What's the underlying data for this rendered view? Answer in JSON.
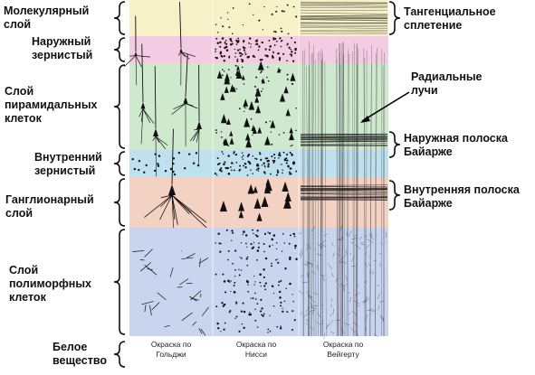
{
  "layers_left": [
    {
      "name": "Молекулярный\nслой"
    },
    {
      "name": "Наружный\nзернистый"
    },
    {
      "name": "Слой\nпирамидальных\nклеток"
    },
    {
      "name": "Внутренний\nзернистый"
    },
    {
      "name": "Ганглионарный\nслой"
    },
    {
      "name": "Слой\nполиморфных\nклеток"
    },
    {
      "name": "Белое\nвещество"
    }
  ],
  "labels_right": [
    {
      "name": "Тангенциальное\nсплетение"
    },
    {
      "name": "Радиальные\nлучи"
    },
    {
      "name": "Наружная полоска\nБайарже"
    },
    {
      "name": "Внутренняя полоска\nБайарже"
    }
  ],
  "stain_columns": [
    {
      "name": "Окраска по\nГольджи"
    },
    {
      "name": "Окраска по\nНисси"
    },
    {
      "name": "Окраска по\nВейгерту"
    }
  ],
  "colors": {
    "molecular": "#f7f1c8",
    "outer_granular": "#f3cbe3",
    "pyramidal": "#cfe9cf",
    "inner_granular": "#bfe0ee",
    "ganglionic": "#f4d2c3",
    "polymorphic": "#c9d5ef",
    "neurons": "#111111",
    "text": "#111111"
  }
}
